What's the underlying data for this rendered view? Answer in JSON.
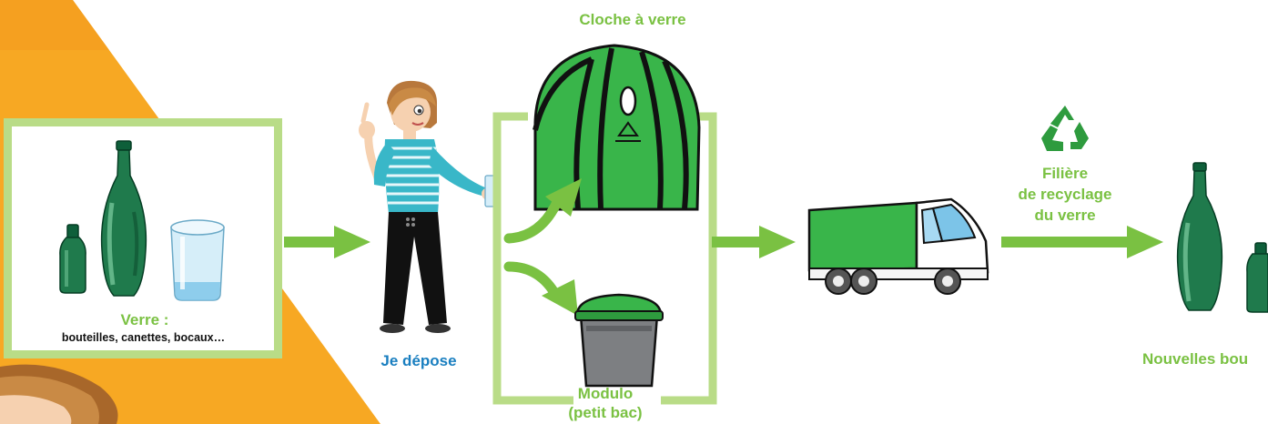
{
  "colors": {
    "label_green": "#7ac142",
    "label_blue": "#1a7fc0",
    "frame_green": "#b9dc87",
    "arrow_green": "#7ac142",
    "bin_green": "#39b54a",
    "background_orange": "#f7a823"
  },
  "source": {
    "title": "Verre :",
    "subtitle": "bouteilles, canettes, bocaux…"
  },
  "person": {
    "label": "Je dépose"
  },
  "containers": {
    "bell_label": "Cloche à verre",
    "modulo_label_line1": "Modulo",
    "modulo_label_line2": "(petit bac)"
  },
  "recycling": {
    "line1": "Filière",
    "line2": "de recyclage",
    "line3": "du verre"
  },
  "result": {
    "label": "Nouvelles bou"
  },
  "icons": [
    "recycle-icon",
    "glass-bottle-icon",
    "drinking-glass-icon",
    "truck-icon",
    "glass-bin-icon",
    "small-bin-icon",
    "arrow-icon"
  ]
}
